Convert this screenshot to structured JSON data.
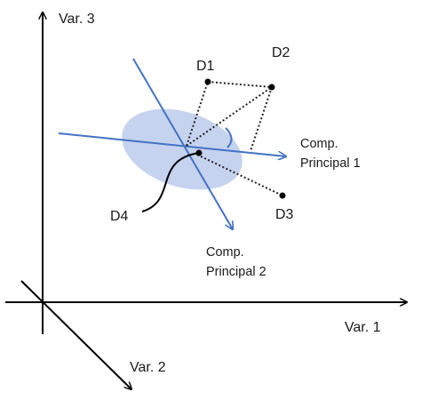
{
  "axes": {
    "var1": "Var. 1",
    "var2": "Var. 2",
    "var3": "Var. 3"
  },
  "components": {
    "pc1_line1": "Comp.",
    "pc1_line2": "Principal  1",
    "pc2_line1": "Comp.",
    "pc2_line2": "Principal 2"
  },
  "points": {
    "d1": "D1",
    "d2": "D2",
    "d3": "D3",
    "d4": "D4"
  },
  "colors": {
    "axis": "#000000",
    "component": "#4472c4",
    "ellipse": "#c5d3ef",
    "projection": "#222222"
  }
}
